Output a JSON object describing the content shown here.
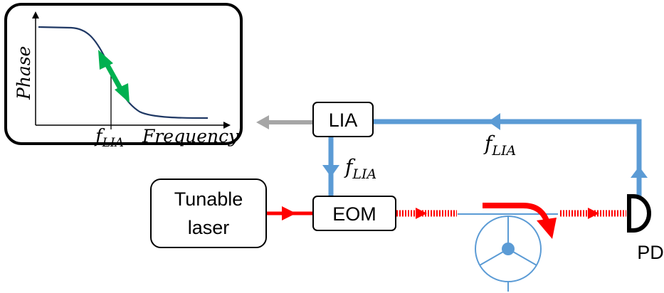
{
  "inset_plot": {
    "y_axis_label": "Phase",
    "x_axis_label": "Frequency",
    "marker_label": {
      "base": "f",
      "sub": "LIA"
    }
  },
  "blocks": {
    "lia": "LIA",
    "eom": "EOM",
    "laser_line1": "Tunable",
    "laser_line2": "laser",
    "photodiode": "PD"
  },
  "signals": {
    "feedback_freq": {
      "base": "f",
      "sub": "LIA"
    },
    "modulation_freq": {
      "base": "f",
      "sub": "LIA"
    }
  },
  "colors": {
    "electrical": "#5b9bd5",
    "optical": "#ff0000",
    "output": "#a6a6a6",
    "phase_curve": "#1f3864",
    "sweep_arrow": "#00b050"
  }
}
